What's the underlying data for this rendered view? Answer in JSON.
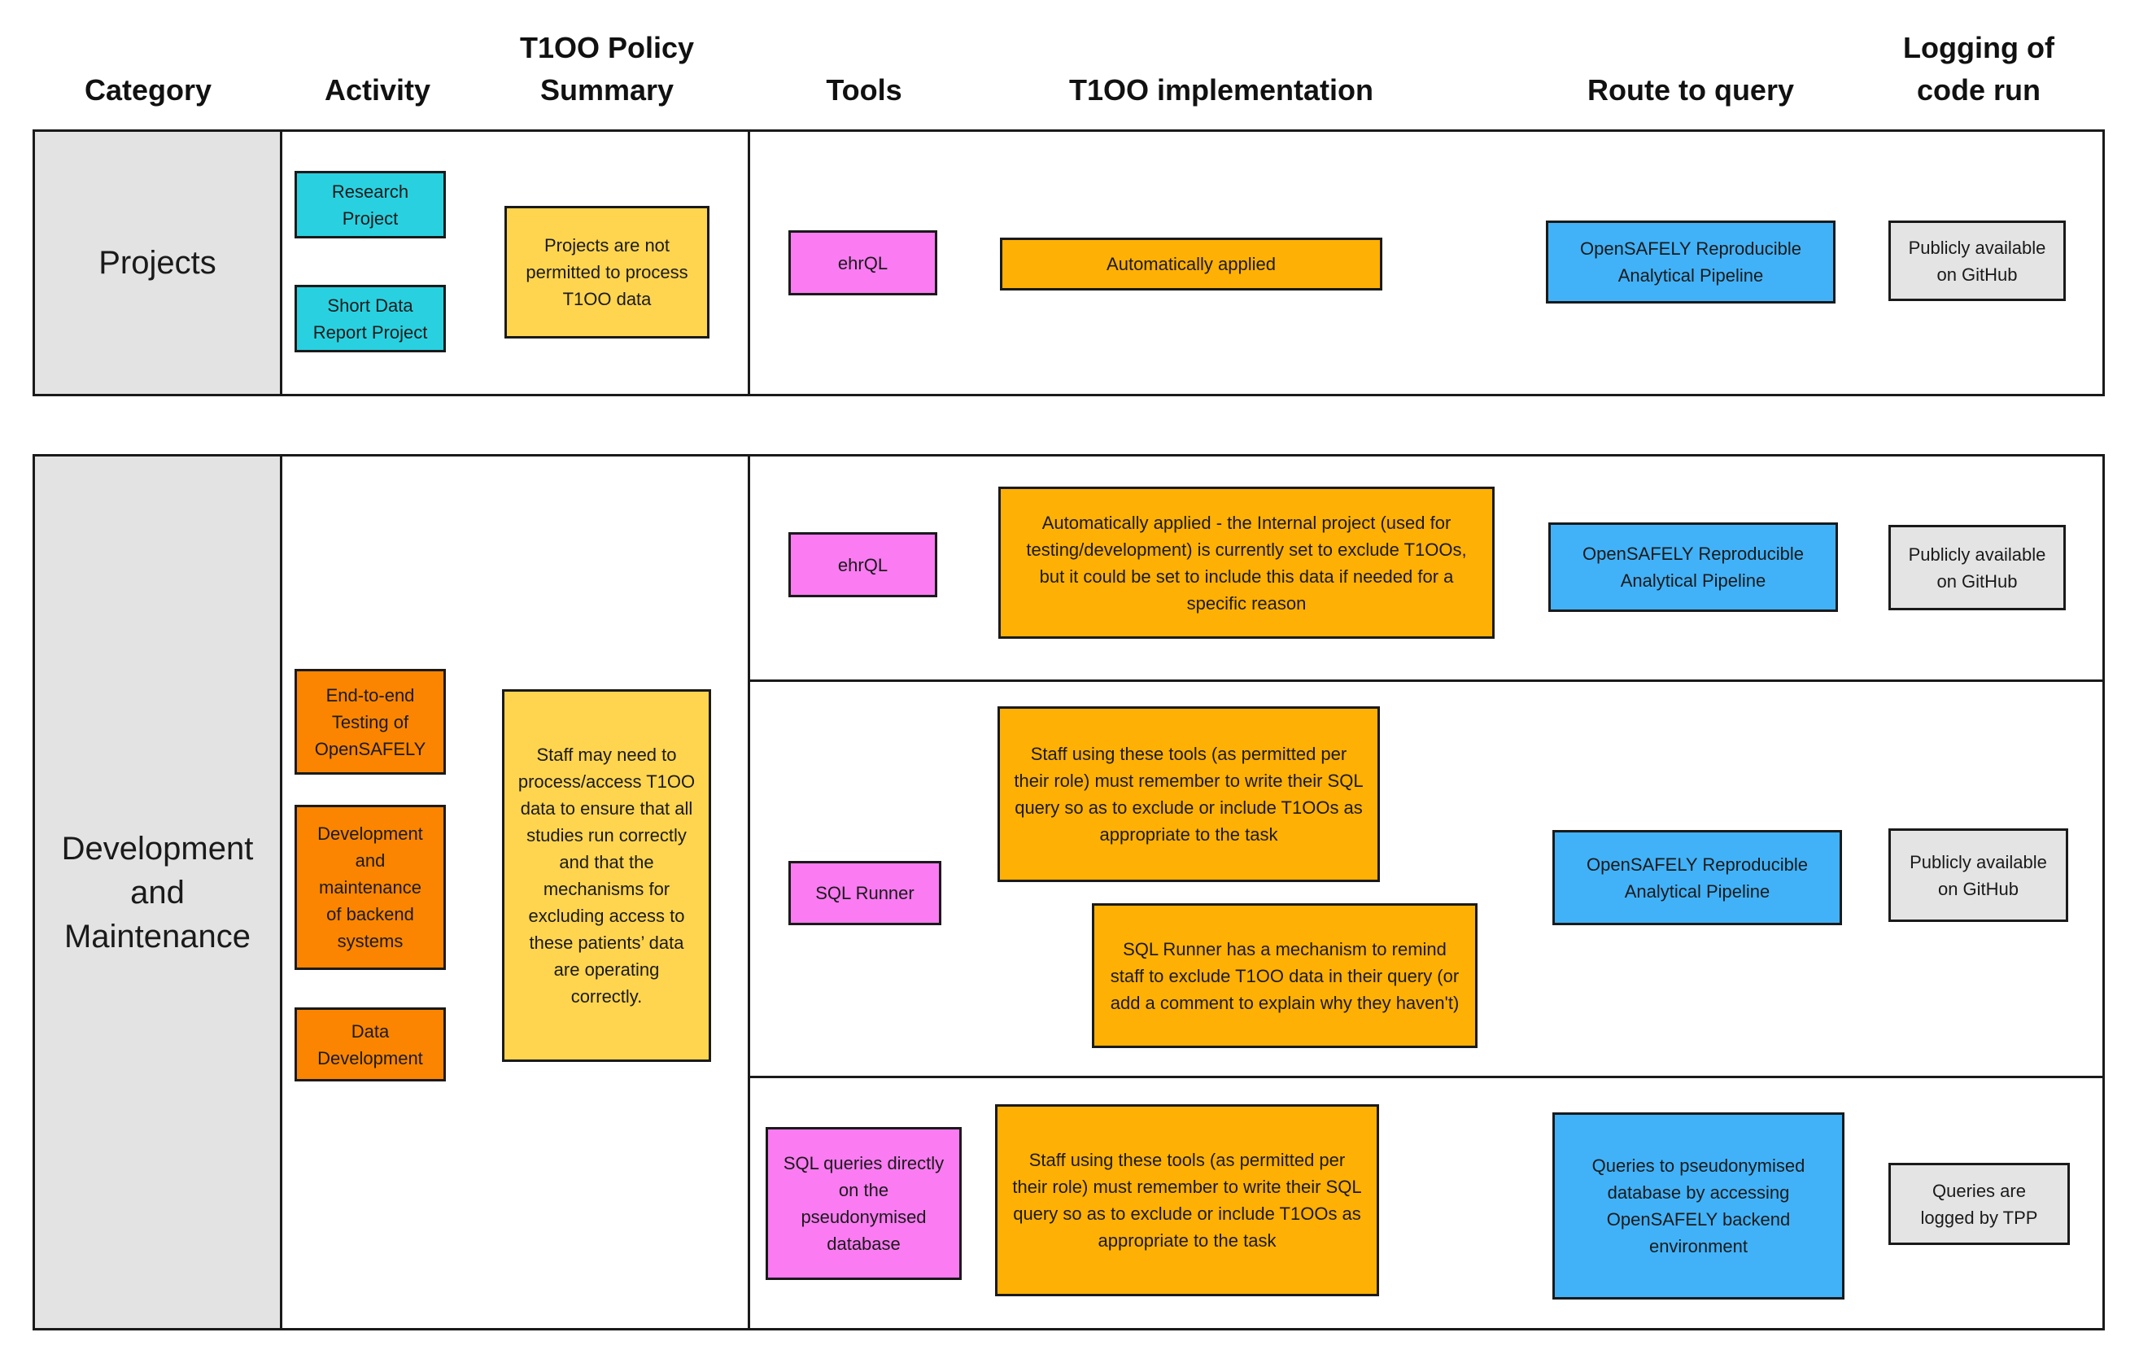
{
  "header": {
    "columns": [
      {
        "label": "Category"
      },
      {
        "label": "Activity"
      },
      {
        "label": "T1OO Policy Summary"
      },
      {
        "label": "Tools"
      },
      {
        "label": "T1OO implementation"
      },
      {
        "label": "Route to query"
      },
      {
        "label": "Logging of code run"
      }
    ]
  },
  "colors": {
    "activity_projects": "#29d1e0",
    "activity_devmaint": "#fb8500",
    "policy_summary": "#ffd54f",
    "tool": "#fa7bf2",
    "implementation": "#ffb005",
    "route": "#41b2f8",
    "logging": "#e4e4e4",
    "category_cell": "#e3e3e3",
    "border": "#1a1a1a"
  },
  "tables": [
    {
      "category": "Projects",
      "activities": [
        "Research Project",
        "Short Data Report Project"
      ],
      "policy_summary": "Projects are not permitted to process T1OO data",
      "rows": [
        {
          "tool": "ehrQL",
          "implementation": [
            "Automatically applied"
          ],
          "route": "OpenSAFELY Reproducible Analytical Pipeline",
          "logging": "Publicly available on GitHub"
        }
      ]
    },
    {
      "category": "Development and Maintenance",
      "activities": [
        "End-to-end Testing of OpenSAFELY",
        "Development and maintenance of backend systems",
        "Data Development"
      ],
      "policy_summary": "Staff may need to process/access T1OO data to ensure that all studies run correctly and that the mechanisms for excluding access to these patients’ data are operating correctly.",
      "rows": [
        {
          "tool": "ehrQL",
          "implementation": [
            "Automatically applied - the Internal project (used for testing/development) is currently set to exclude T1OOs, but it could be set to include this data if needed for a specific reason"
          ],
          "route": "OpenSAFELY Reproducible Analytical Pipeline",
          "logging": "Publicly available on GitHub"
        },
        {
          "tool": "SQL Runner",
          "implementation": [
            "Staff using these tools (as permitted per their role) must remember to write their SQL query so as to exclude or include T1OOs as appropriate to the task",
            "SQL Runner has a mechanism to remind staff to exclude T1OO data in their query (or add a comment to explain why they haven't)"
          ],
          "route": "OpenSAFELY Reproducible Analytical Pipeline",
          "logging": "Publicly available on GitHub"
        },
        {
          "tool": "SQL queries directly on the pseudonymised database",
          "implementation": [
            "Staff using these tools (as permitted per their role) must remember to write their SQL query so as to exclude or include T1OOs as appropriate to the task"
          ],
          "route": "Queries to pseudonymised database by accessing OpenSAFELY backend environment",
          "logging": "Queries are logged by TPP"
        }
      ]
    }
  ]
}
